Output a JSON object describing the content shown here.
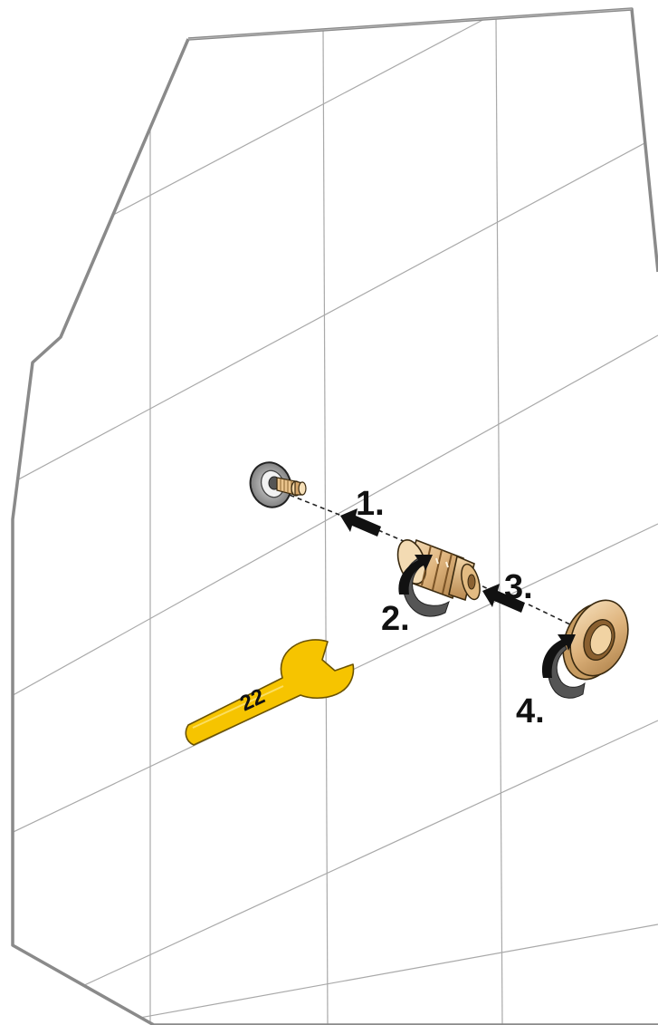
{
  "steps": [
    {
      "label": "1."
    },
    {
      "label": "2."
    },
    {
      "label": "3."
    },
    {
      "label": "4."
    }
  ],
  "wrench": {
    "size_label": "22"
  },
  "colors": {
    "wall_outline": "#8a8a8a",
    "grid_line": "#a9a9a9",
    "wrench_fill": "#f6c400",
    "wrench_stroke": "#6b5300",
    "brass_light": "#f4d8ad",
    "brass_mid": "#d9ab6f",
    "brass_dark": "#9f7440",
    "escutcheon_grey": "#8f8f8f",
    "arrow_black": "#111111"
  },
  "icons": [
    "curved-rotate-arrow-icon",
    "push-arrow-icon",
    "wrench-icon"
  ]
}
